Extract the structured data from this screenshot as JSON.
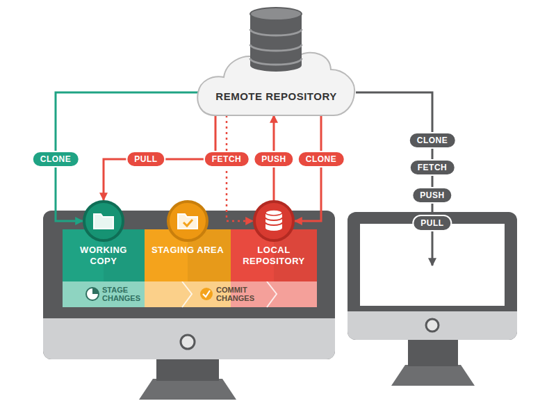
{
  "diagram": {
    "nodes": [
      {
        "text": [
          "REMOTE REPOSITORY"
        ]
      },
      {
        "text": [
          "WORKING COPY"
        ]
      },
      {
        "text": [
          "STAGING AREA"
        ]
      },
      {
        "text": [
          "LOCAL REPOSITORY"
        ]
      }
    ],
    "edges": [
      {
        "from": 0,
        "to": 1,
        "label": "CLONE",
        "arrow": "to"
      },
      {
        "from": 0,
        "to": 1,
        "label": "PULL",
        "arrow": "to"
      },
      {
        "from": 0,
        "to": 3,
        "label": "FETCH",
        "arrow": "to"
      },
      {
        "from": 3,
        "to": 0,
        "label": "PUSH",
        "arrow": "to"
      },
      {
        "from": 0,
        "to": 3,
        "label": "CLONE",
        "arrow": "to"
      }
    ],
    "labels": [
      "CLONE",
      "FETCH",
      "PUSH",
      "PULL",
      "STAGE CHANGES",
      "COMMIT CHANGES"
    ]
  }
}
